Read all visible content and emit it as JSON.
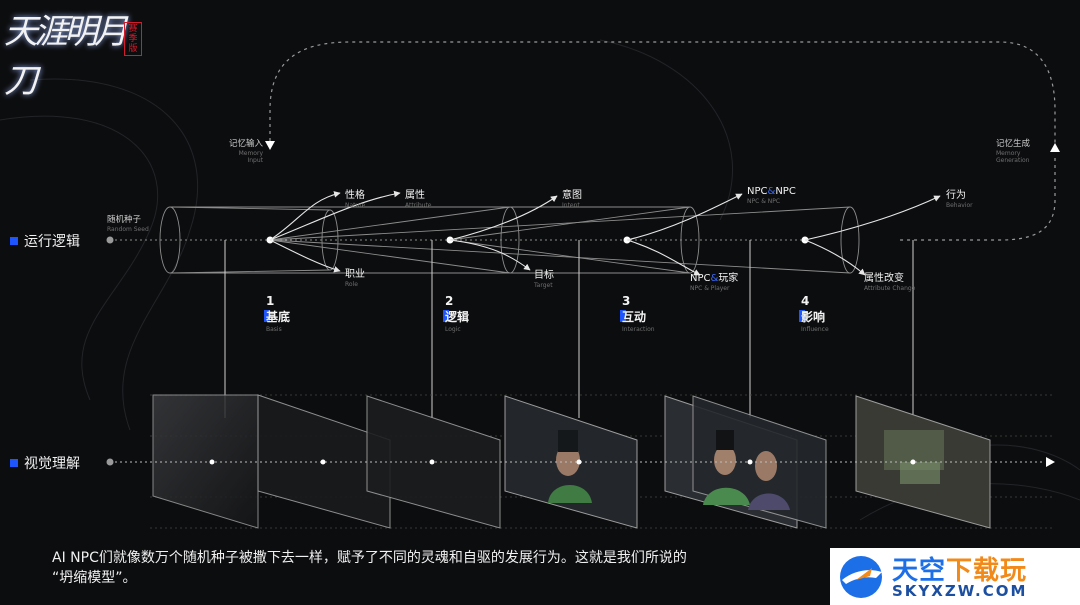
{
  "logo": {
    "title": "天涯明月刀",
    "badge": "赛季版"
  },
  "rows": {
    "logic": "运行逻辑",
    "vision": "视觉理解"
  },
  "top_loop": {
    "memory_input": "记忆输入",
    "memory_input_en": "Memory Input",
    "memory_output": "记忆生成",
    "memory_output_en": "Memory Generation"
  },
  "seed": {
    "label": "随机种子",
    "en": "Random Seed"
  },
  "branches": [
    {
      "label": "性格",
      "en": "Nature"
    },
    {
      "label": "属性",
      "en": "Attribute"
    },
    {
      "label": "职业",
      "en": "Role"
    },
    {
      "label": "意图",
      "en": "Intent"
    },
    {
      "label": "目标",
      "en": "Target"
    },
    {
      "label": "NPC&NPC",
      "label_a": "NPC",
      "label_amp": "&",
      "label_b": "NPC",
      "en": "NPC & NPC"
    },
    {
      "label": "NPC&玩家",
      "label_a": "NPC",
      "label_amp": "&",
      "label_b": "玩家",
      "en": "NPC & Player"
    },
    {
      "label": "行为",
      "en": "Behavior"
    },
    {
      "label": "属性改变",
      "en": "Attribute Change"
    }
  ],
  "stages": [
    {
      "num": "1",
      "name": "基底",
      "en": "Basis"
    },
    {
      "num": "2",
      "name": "逻辑",
      "en": "Logic"
    },
    {
      "num": "3",
      "name": "互动",
      "en": "Interaction"
    },
    {
      "num": "4",
      "name": "影响",
      "en": "Influence"
    }
  ],
  "caption": {
    "line1": "AI NPC们就像数万个随机种子被撒下去一样，赋予了不同的灵魂和自驱的发展行为。这就是我们所说的",
    "line2": "“坍缩模型”。"
  },
  "watermark": {
    "main_a": "天空",
    "main_b": "下载玩",
    "sub": "SKYXZW.COM"
  },
  "colors": {
    "accent": "#1f55ff",
    "background": "#0c0d0f",
    "watermark_blue": "#1d6fe8",
    "watermark_orange": "#f28a1a"
  }
}
